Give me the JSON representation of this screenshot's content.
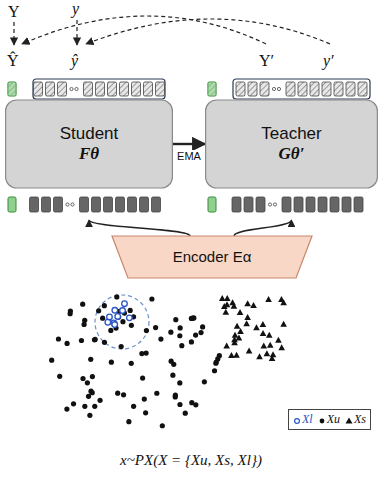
{
  "diagram": {
    "nodes": [
      {
        "text": [
          "Student",
          "Fθ"
        ]
      },
      {
        "text": [
          "Teacher",
          "Gθ′"
        ]
      },
      {
        "text": [
          "Encoder Eα"
        ]
      }
    ],
    "edges": [
      {
        "from": 0,
        "to": 1,
        "label": "EMA",
        "arrow": "to"
      },
      {
        "from": 2,
        "to": 0,
        "arrow": "to"
      },
      {
        "from": 2,
        "to": 1,
        "arrow": "to"
      }
    ],
    "labels": [
      "Y",
      "y",
      "Ŷ",
      "ŷ",
      "Y′",
      "y′",
      "x~PX(X = {Xu, Xs, Xl})"
    ],
    "legend": [
      {
        "text": "Xl"
      },
      {
        "text": "Xu"
      },
      {
        "text": "Xs"
      }
    ]
  }
}
